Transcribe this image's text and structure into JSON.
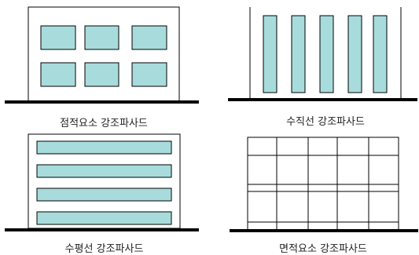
{
  "colors": {
    "fill": "#a8dcdc",
    "stroke": "#000000",
    "background": "#ffffff"
  },
  "panels": [
    {
      "id": "point",
      "caption": "점적요소 강조파사드"
    },
    {
      "id": "vertical",
      "caption": "수직선 강조파사드"
    },
    {
      "id": "horizontal",
      "caption": "수평선 강조파사드"
    },
    {
      "id": "area",
      "caption": "면적요소 강조파사드"
    }
  ]
}
